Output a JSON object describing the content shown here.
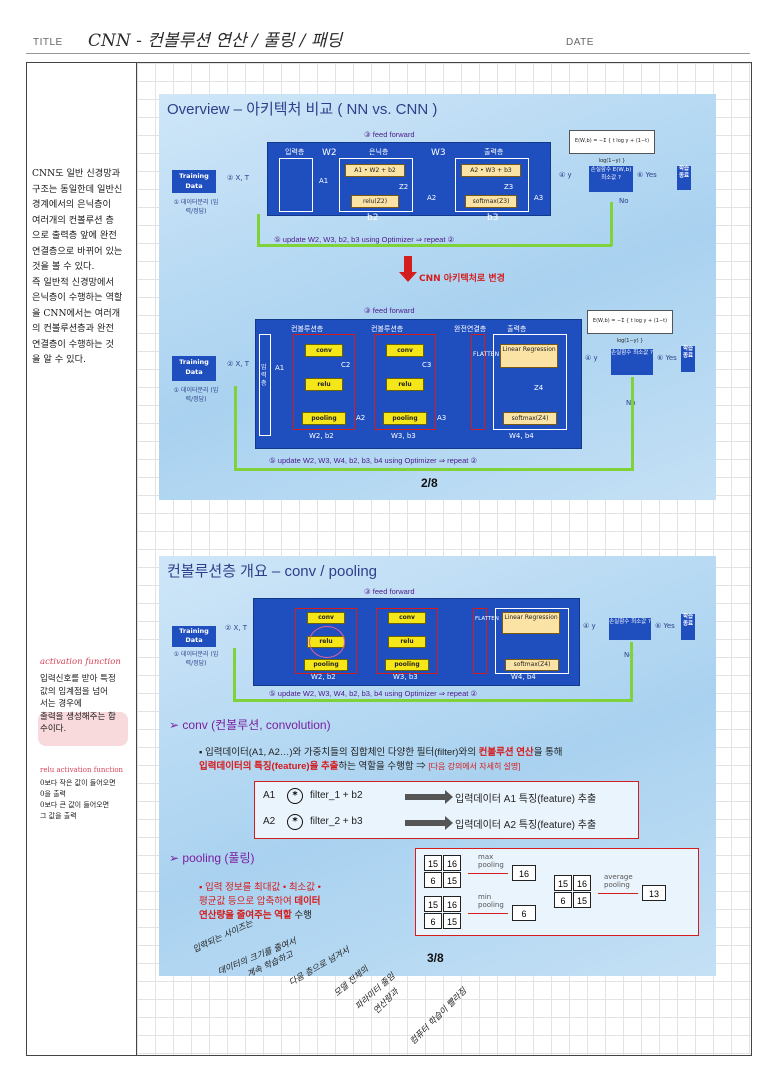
{
  "header": {
    "title_label": "TITLE",
    "title_handwritten": "CNN - 컨볼루션 연산 / 풀링 / 패딩",
    "date_label": "DATE"
  },
  "notes": {
    "left_main": "CNN도 일반 신경망과\n구조는 동일한데 일반신\n경계에서의 은닉층이\n여러개의 컨볼루션 층\n으로 출력층 앞에 완전\n연결층으로 바뀌어 있는\n것을 볼 수 있다.\n즉 일반적 신경망에서\n은닉층이 수행하는 역할\n을 CNN에서는 여러개\n의 컨볼루션층과 완전\n연결층이 수행하는 것\n을 알 수 있다.",
    "activation_title": "activation function",
    "activation_body": "입력신호를 받아 특정\n값의 임계점을 넘어\n서는 경우에\n출력을 생성해주는 함\n수이다.",
    "relu_title": "relu activation function",
    "relu_body": "0보다 작은 값이 들어오면\n0을 출력\n0보다 큰 값이 들어오면\n그 값을 출력",
    "pooling_hand": [
      "입력되는 사이즈는",
      "데이터의 크기를 줄여서",
      "계속 학습하고",
      "다음 층으로 넘겨서",
      "모델 전체의",
      "파라미터 줄임",
      "연산량과",
      "컴퓨터 학습이 빨라짐"
    ]
  },
  "slide1": {
    "title": "Overview – 아키텍처 비교 ( NN vs. CNN )",
    "page": "2/8",
    "feed_forward": "③ feed forward",
    "update": "⑤ update W2, W3, b2, b3 using  Optimizer  ⇒  repeat  ②",
    "training_data": "Training Data",
    "data_split": "① 데이터분리 (입력/정답)",
    "xt": "② X, T",
    "input_layer": "입력층",
    "hidden_layer": "은닉층",
    "output_layer": "출력층",
    "w2": "W2",
    "w3": "W3",
    "a1": "A1",
    "a2": "A2",
    "a3": "A3",
    "z2": "Z2",
    "z3": "Z3",
    "node1": "A1 • W2 + b2",
    "node2": "relu(Z2)",
    "node3": "A2 • W3 + b3",
    "node4": "softmax(Z3)",
    "b2": "b2",
    "b3": "b3",
    "y": "④ y",
    "loss": "손실함수 E(W,b) 최소값 ?",
    "yes": "⑥ Yes",
    "no": "No",
    "learn_end": "학습 종료",
    "equation": "E(W,b) = −Σ { t log y + (1−t) log(1−y) }",
    "cnn_change": "CNN 아키텍처로 변경",
    "conv_layer": "컨볼루션층",
    "fc_layer": "완전연결층",
    "conv": "conv",
    "relu": "relu",
    "pooling": "pooling",
    "c2": "C2",
    "c3": "C3",
    "z4": "Z4",
    "flatten": "FLATTEN",
    "linear_reg": "Linear Regression",
    "softmax4": "softmax(Z4)",
    "w2b2": "W2, b2",
    "w3b3": "W3, b3",
    "w4b4": "W4, b4",
    "input_vertical": "입력층",
    "loss2": "손실함수 최소값 ?",
    "update2": "⑤ update W2, W3, W4, b2, b3, b4  using Optimizer  ⇒  repeat  ②"
  },
  "slide2": {
    "title": "컨볼루션층 개요 – conv  /  pooling",
    "page": "3/8",
    "conv_heading": "➢  conv (컨볼루션, convolution)",
    "conv_desc_1": "입력데이터(A1, A2…)와 가중치들의 집합체인 다양한 필터(filter)와의",
    "conv_desc_red": "컨볼루션 연산",
    "conv_desc_2": "을 통해",
    "conv_desc_3": "입력데이터의 특징(feature)을 추출",
    "conv_desc_4": "하는 역할을 수행함 ⇒",
    "conv_desc_note": "[다음 강의에서 자세히 설명]",
    "filter_rows": [
      {
        "a": "A2",
        "filter": "filter_2  +  b3",
        "result": "입력데이터 A2 특징(feature) 추출"
      },
      {
        "a": "A1",
        "filter": "filter_1  +  b2",
        "result": "입력데이터 A1 특징(feature) 추출"
      }
    ],
    "pooling_heading": "➢  pooling (풀링)",
    "pooling_desc_1": "입력 정보를 최대값 • 최소값 •",
    "pooling_desc_2": "평균값 등으로 압축하여",
    "pooling_desc_red": "데이터",
    "pooling_desc_3": "연산량을 줄여주는 역할",
    "pooling_desc_4": "수행",
    "max_pooling": "max pooling",
    "min_pooling": "min pooling",
    "avg_pooling": "average pooling",
    "grid_max": [
      "15",
      "16",
      "6",
      "15"
    ],
    "grid_min": [
      "15",
      "16",
      "6",
      "15"
    ],
    "grid_avg": [
      "15",
      "16",
      "6",
      "15"
    ],
    "max_result": "16",
    "min_result": "6",
    "avg_result": "13"
  },
  "colors": {
    "slide_blue": "#1f4fbf",
    "accent_red": "#d41e1e",
    "section_purple": "#7a1fa0",
    "highlight_pink": "#f6cfd3"
  }
}
